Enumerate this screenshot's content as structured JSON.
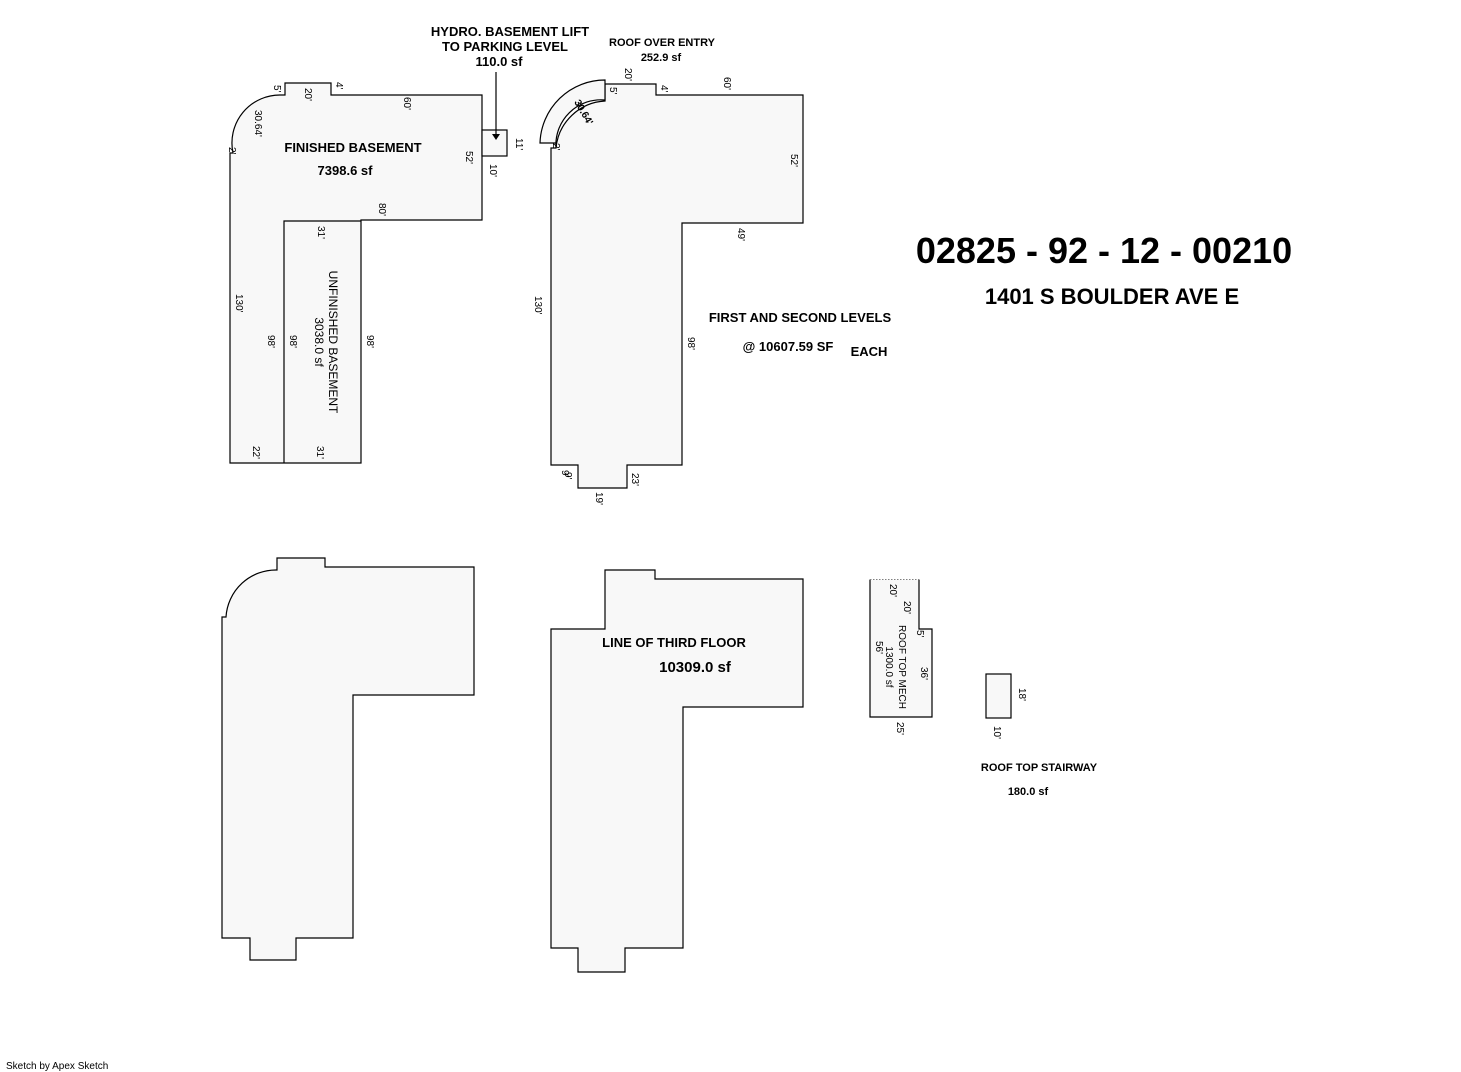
{
  "header": {
    "parcel_number": "02825 - 92 - 12 - 00210",
    "address": "1401 S BOULDER AVE E"
  },
  "areas": {
    "hydro_lift": {
      "line1": "HYDRO. BASEMENT LIFT",
      "line2": "TO PARKING LEVEL",
      "area": "110.0 sf"
    },
    "roof_over_entry": {
      "name": "ROOF OVER ENTRY",
      "area": "252.9 sf"
    },
    "finished_basement": {
      "name": "FINISHED BASEMENT",
      "area": "7398.6 sf"
    },
    "unfinished_basement": {
      "name": "UNFINISHED BASEMENT",
      "area": "3038.0 sf"
    },
    "first_second_levels": {
      "name": "FIRST AND SECOND LEVELS",
      "area": "@ 10607.59 SF",
      "suffix": "EACH"
    },
    "third_floor": {
      "name": "LINE OF THIRD FLOOR",
      "area": "10309.0 sf"
    },
    "roof_top_mech": {
      "name": "ROOF TOP MECH",
      "area": "1300.0 sf"
    },
    "roof_top_stairway": {
      "name": "ROOF TOP STAIRWAY",
      "area": "180.0 sf"
    }
  },
  "dimensions": {
    "basement": {
      "d5": "5'",
      "d20": "20'",
      "d4": "4'",
      "d60": "60'",
      "d30_64": "30.64'",
      "d2": "2'",
      "d52": "52'",
      "d11": "11'",
      "d10": "10'",
      "d80": "80'",
      "d31_top": "31'",
      "d130": "130'",
      "d98_left": "98'",
      "d98_mid": "98'",
      "d98_right": "98'",
      "d22": "22'",
      "d31_bottom": "31'"
    },
    "levels": {
      "d20": "20'",
      "d5": "5'",
      "d4": "4'",
      "d60": "60'",
      "d30_64": "30.64'",
      "d2": "2'",
      "d52": "52'",
      "d49": "49'",
      "d130": "130'",
      "d98": "98'",
      "d9a": "9'",
      "d9b": "9'",
      "d23": "23'",
      "d19": "19'"
    },
    "mech": {
      "d20a": "20'",
      "d20b": "20'",
      "d5": "5'",
      "d56": "56'",
      "d36": "36'",
      "d25": "25'"
    },
    "stair": {
      "d18": "18'",
      "d10": "10'"
    }
  },
  "footer": {
    "credit": "Sketch by Apex Sketch"
  }
}
